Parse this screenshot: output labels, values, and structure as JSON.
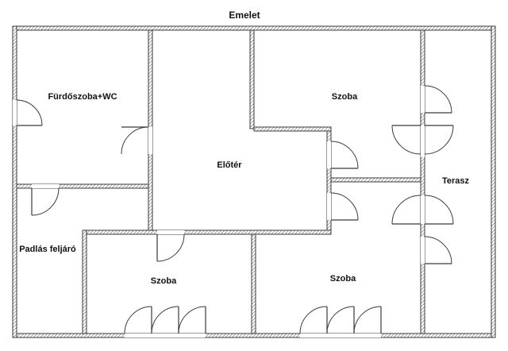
{
  "plan": {
    "title": "Emelet",
    "rooms": {
      "bathroom": "Fürdőszoba+WC",
      "hall": "Előtér",
      "room_top_right": "Szoba",
      "terrace": "Terasz",
      "attic_access": "Padlás feljáró",
      "room_bottom_middle": "Szoba",
      "room_bottom_right": "Szoba"
    }
  }
}
